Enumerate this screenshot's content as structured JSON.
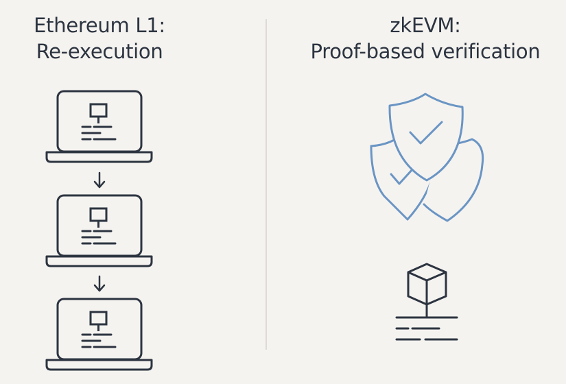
{
  "diagram": {
    "left_panel": {
      "title_line1": "Ethereum L1:",
      "title_line2": "Re-execution",
      "icon": "laptop-icon",
      "step_icon": "arrow-down-icon",
      "step_count": 3
    },
    "right_panel": {
      "title_line1": "zkEVM:",
      "title_line2": "Proof-based verification",
      "icons": [
        "shield-check-icon",
        "cube-icon"
      ]
    },
    "colors": {
      "background": "#f5f3f0",
      "ink": "#2c3440",
      "accent": "#6a95c4",
      "divider": "#dedbd6"
    }
  }
}
